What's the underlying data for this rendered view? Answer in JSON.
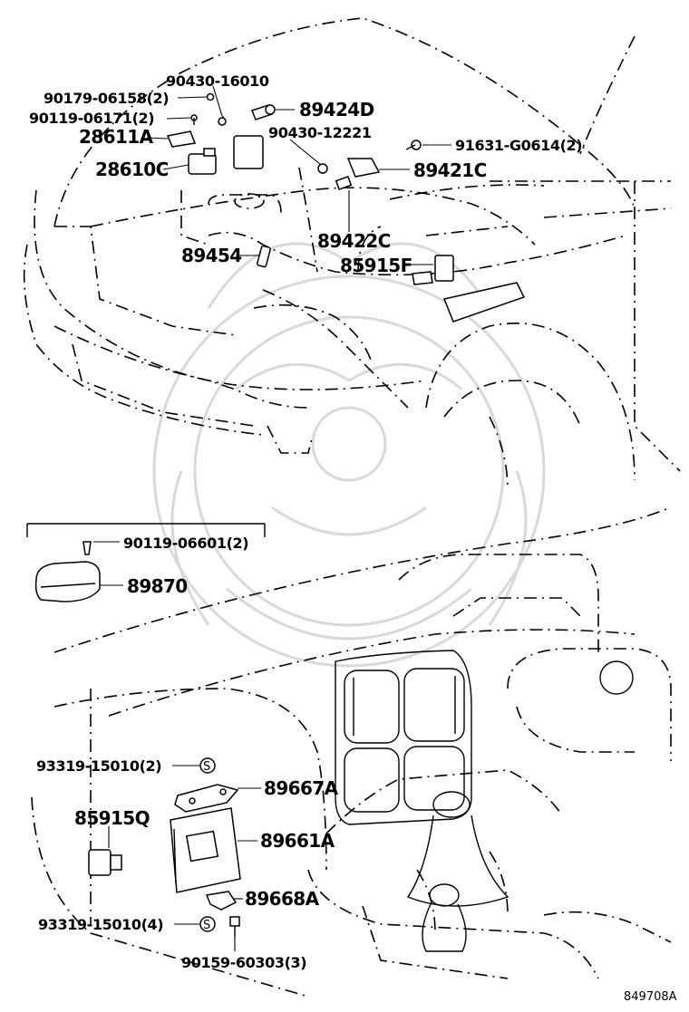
{
  "figure_code": "849708A",
  "colors": {
    "ink": "#000000",
    "watermark": "#d9d9d9",
    "background": "#ffffff"
  },
  "watermark_icon": "samurai-helmet-crest",
  "parts": {
    "p90430_16010": "90430-16010",
    "p90179_06158": "90179-06158(2)",
    "p89424D": "89424D",
    "p90119_06171": "90119-06171(2)",
    "p28611A": "28611A",
    "p90430_12221": "90430-12221",
    "p91631_G0614": "91631-G0614(2)",
    "p28610C": "28610C",
    "p89421C": "89421C",
    "p89454": "89454",
    "p89422C": "89422C",
    "p85915F": "85915F",
    "p90119_06601": "90119-06601(2)",
    "p89870": "89870",
    "p93319_15010_2": "93319-15010(2)",
    "p89667A": "89667A",
    "p85915Q": "85915Q",
    "p89661A": "89661A",
    "p89668A": "89668A",
    "p93319_15010_4": "93319-15010(4)",
    "p90159_60303": "90159-60303(3)"
  }
}
